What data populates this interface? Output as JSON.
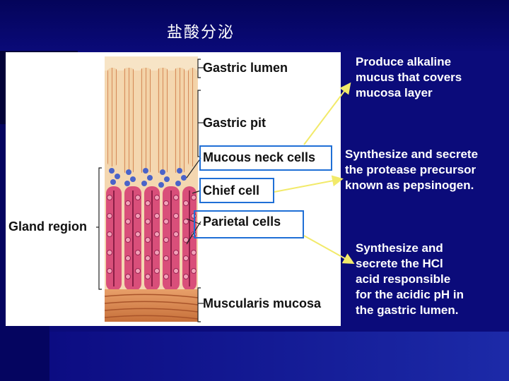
{
  "title": "盐酸分泌",
  "figure": {
    "labels": {
      "gastric_lumen": "Gastric  lumen",
      "gastric_pit": "Gastric pit",
      "mucous_neck_cells": "Mucous neck cells",
      "chief_cell": "Chief cell",
      "gland_region": "Gland region",
      "parietal_cells": "Parietal cells",
      "muscularis_mucosa": "Muscularis mucosa"
    }
  },
  "notes": {
    "mucus": [
      "Produce alkaline",
      "mucus that covers",
      "mucosa layer"
    ],
    "pepsinogen": [
      "Synthesize and secrete",
      "the protease precursor",
      "known as pepsinogen."
    ],
    "hcl": [
      "Synthesize and",
      "secrete the HCl",
      "acid responsible",
      "for the acidic pH in",
      "the gastric lumen."
    ]
  },
  "colors": {
    "background": "#0b0b7a",
    "arrow": "#f2ea6a",
    "label_box": "#1f6fd6",
    "tissue_pink": "#d94f7a",
    "tissue_tan": "#f2cba0"
  }
}
